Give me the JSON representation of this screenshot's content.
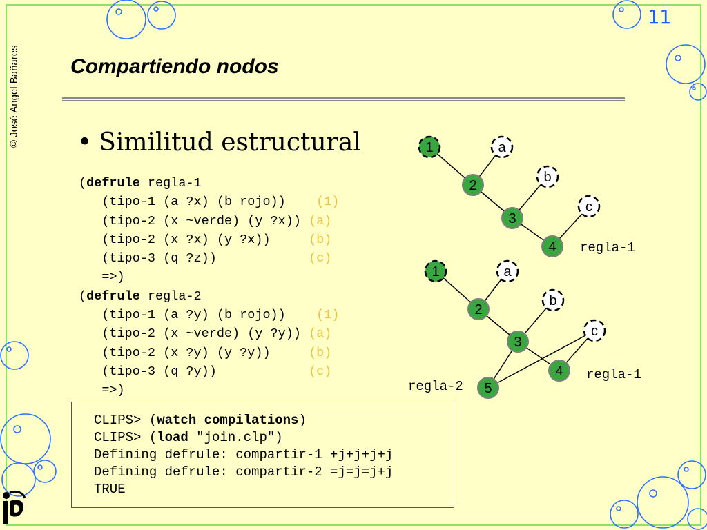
{
  "slide": {
    "author": "© José Angel Bañares",
    "number": "11",
    "title": "Compartiendo nodos",
    "heading": "Similitud estructural",
    "bullet": "•"
  },
  "code_lines": [
    {
      "indent": "",
      "kw_open": "(",
      "kw": "defrule",
      "rest": " regla-1",
      "mark": ""
    },
    {
      "indent": "   ",
      "kw_open": "",
      "kw": "",
      "rest": "(tipo-1 (a ?x) (b rojo))    ",
      "mark": "(1)"
    },
    {
      "indent": "   ",
      "kw_open": "",
      "kw": "",
      "rest": "(tipo-2 (x ~verde) (y ?x)) ",
      "mark": "(a)"
    },
    {
      "indent": "   ",
      "kw_open": "",
      "kw": "",
      "rest": "(tipo-2 (x ?x) (y ?x))     ",
      "mark": "(b)"
    },
    {
      "indent": "   ",
      "kw_open": "",
      "kw": "",
      "rest": "(tipo-3 (q ?z))            ",
      "mark": "(c)"
    },
    {
      "indent": "   ",
      "kw_open": "",
      "kw": "",
      "rest": "=>)",
      "mark": ""
    },
    {
      "indent": "",
      "kw_open": "(",
      "kw": "defrule",
      "rest": " regla-2",
      "mark": ""
    },
    {
      "indent": "   ",
      "kw_open": "",
      "kw": "",
      "rest": "(tipo-1 (a ?y) (b rojo))    ",
      "mark": "(1)"
    },
    {
      "indent": "   ",
      "kw_open": "",
      "kw": "",
      "rest": "(tipo-2 (x ~verde) (y ?y)) ",
      "mark": "(a)"
    },
    {
      "indent": "   ",
      "kw_open": "",
      "kw": "",
      "rest": "(tipo-2 (x ?y) (y ?y))     ",
      "mark": "(b)"
    },
    {
      "indent": "   ",
      "kw_open": "",
      "kw": "",
      "rest": "(tipo-3 (q ?y))            ",
      "mark": "(c)"
    },
    {
      "indent": "   ",
      "kw_open": "",
      "kw": "",
      "rest": "=>)",
      "mark": ""
    }
  ],
  "console": [
    {
      "pre": "CLIPS> (",
      "bold": "watch compilations",
      "post": ")"
    },
    {
      "pre": "CLIPS> (",
      "bold": "load",
      "post": " \"join.clp\")"
    },
    {
      "pre": "Defining defrule: compartir-1 +j+j+j+j",
      "bold": "",
      "post": ""
    },
    {
      "pre": "Defining defrule: compartir-2 =j=j=j+j",
      "bold": "",
      "post": ""
    },
    {
      "pre": "TRUE",
      "bold": "",
      "post": ""
    }
  ],
  "graph1": {
    "rule_label": "regla-1",
    "nodes": {
      "n1": "1",
      "a": "a",
      "n2": "2",
      "b": "b",
      "n3": "3",
      "c": "c",
      "n4": "4"
    }
  },
  "graph2": {
    "rule_label_1": "regla-1",
    "rule_label_2": "regla-2",
    "nodes": {
      "n1": "1",
      "a": "a",
      "n2": "2",
      "b": "b",
      "n3": "3",
      "c": "c",
      "n4": "4",
      "n5": "5"
    }
  },
  "colors": {
    "background": "#ffffc8",
    "frame": "#8fe06a",
    "slide_number": "#2060ff",
    "node_fill": "#3aa640",
    "node_stroke": "#808080",
    "marker": "#f0c040",
    "bubble": "#3070ff"
  }
}
